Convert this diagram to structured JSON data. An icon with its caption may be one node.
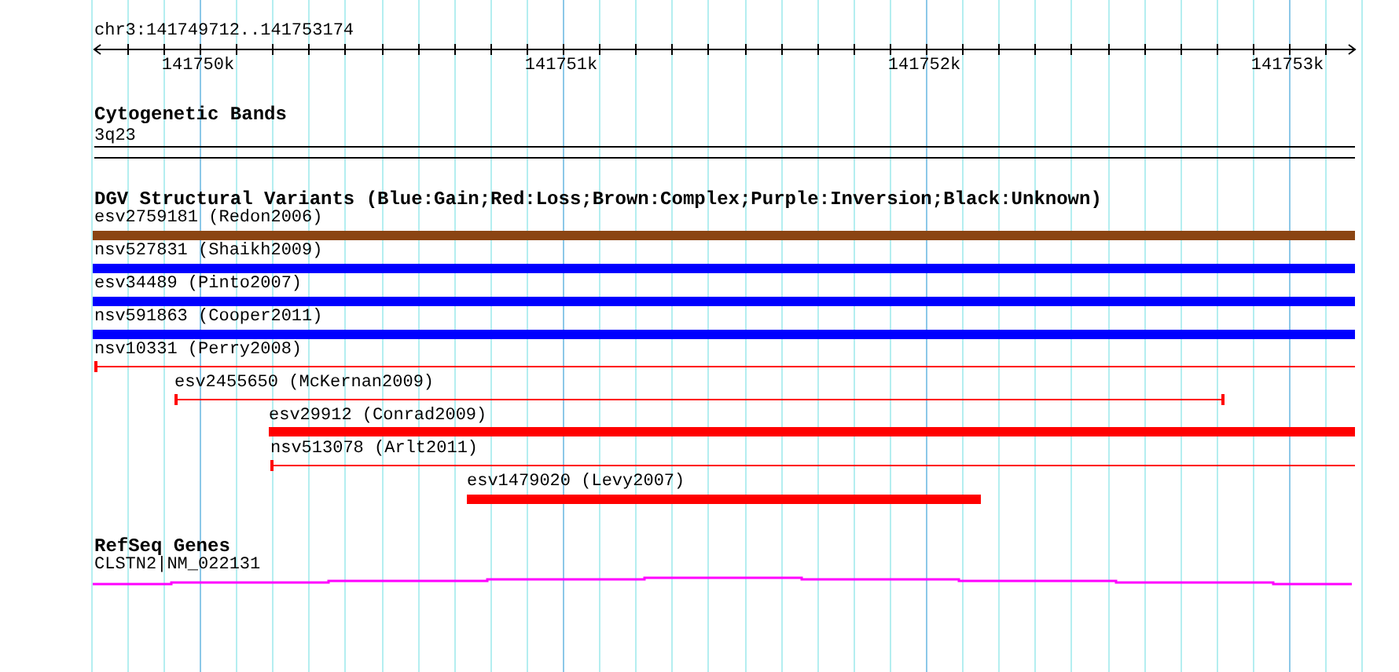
{
  "diagram": {
    "labels": [
      "chr3:141749712..141753174",
      "141750k",
      "141751k",
      "141752k",
      "141753k",
      "Cytogenetic Bands",
      "3q23",
      "DGV Structural Variants (Blue:Gain;Red:Loss;Brown:Complex;Purple:Inversion;Black:Unknown)",
      "esv2759181 (Redon2006)",
      "nsv527831 (Shaikh2009)",
      "esv34489 (Pinto2007)",
      "nsv591863 (Cooper2011)",
      "nsv10331 (Perry2008)",
      "esv2455650 (McKernan2009)",
      "esv29912 (Conrad2009)",
      "nsv513078 (Arlt2011)",
      "esv1479020 (Levy2007)",
      "RefSeq Genes",
      "CLSTN2|NM_022131"
    ]
  }
}
